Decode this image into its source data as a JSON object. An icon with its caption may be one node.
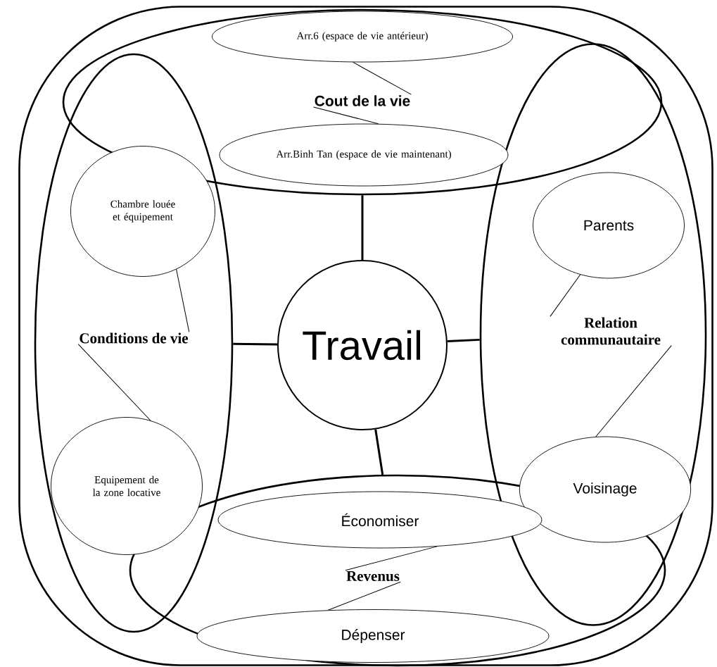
{
  "diagram": {
    "nodes": [
      {
        "text": [],
        "shape": "box"
      },
      {
        "text": [],
        "shape": "ellipse",
        "in": 0
      },
      {
        "text": [
          "Arr.6 (espace de vie antérieur)"
        ],
        "in": 1
      },
      {
        "text": [
          "Cout de la vie"
        ],
        "in": 1
      },
      {
        "text": [
          "Arr.Binh Tan (espace de vie maintenant)"
        ],
        "in": 1
      },
      {
        "text": [],
        "shape": "ellipse",
        "in": 0
      },
      {
        "text": [
          "Chambre louée et équipement"
        ],
        "in": 5
      },
      {
        "text": [
          "Conditions de vie"
        ],
        "in": 5
      },
      {
        "text": [
          "Equipement de la zone locative"
        ],
        "in": 5
      },
      {
        "text": [
          "Travail"
        ],
        "in": 0
      },
      {
        "text": [],
        "shape": "ellipse",
        "in": 0
      },
      {
        "text": [
          "Parents"
        ],
        "in": 10
      },
      {
        "text": [
          "Relation communautaire"
        ],
        "in": 10
      },
      {
        "text": [
          "Voisinage"
        ],
        "in": 10
      },
      {
        "text": [],
        "shape": "ellipse",
        "in": 0
      },
      {
        "text": [
          "Économiser"
        ],
        "in": 14
      },
      {
        "text": [
          "Revenus"
        ],
        "in": 14
      },
      {
        "text": [
          "Dépenser"
        ],
        "in": 14
      }
    ],
    "edges": [
      {
        "from": 9,
        "to": 1,
        "arrow": "none",
        "style": "thick"
      },
      {
        "from": 9,
        "to": 5,
        "arrow": "none",
        "style": "thick"
      },
      {
        "from": 9,
        "to": 10,
        "arrow": "none",
        "style": "thick"
      },
      {
        "from": 9,
        "to": 14,
        "arrow": "none",
        "style": "thick"
      },
      {
        "from": 2,
        "to": 3,
        "arrow": "none"
      },
      {
        "from": 3,
        "to": 4,
        "arrow": "none"
      },
      {
        "from": 6,
        "to": 7,
        "arrow": "none"
      },
      {
        "from": 7,
        "to": 8,
        "arrow": "none"
      },
      {
        "from": 11,
        "to": 12,
        "arrow": "none"
      },
      {
        "from": 12,
        "to": 13,
        "arrow": "none"
      },
      {
        "from": 15,
        "to": 16,
        "arrow": "none"
      },
      {
        "from": 16,
        "to": 17,
        "arrow": "none"
      }
    ]
  }
}
